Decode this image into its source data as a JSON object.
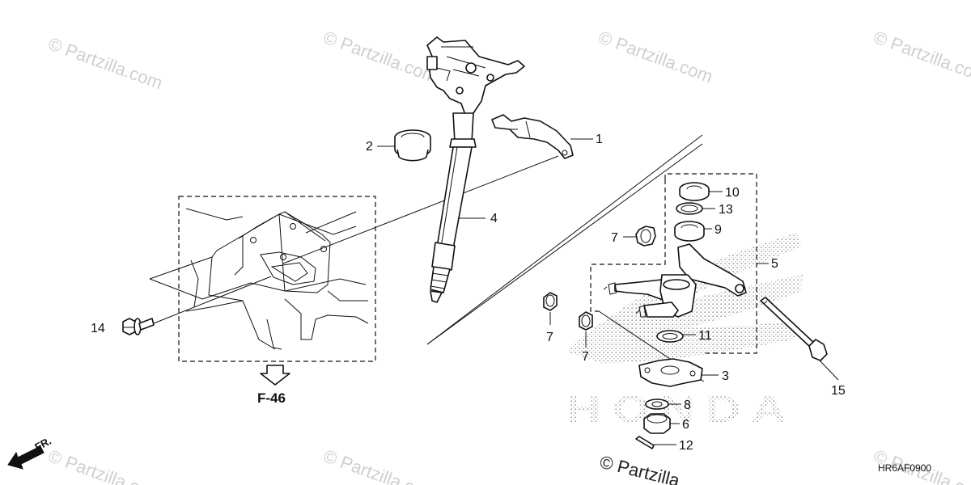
{
  "diagram": {
    "callouts": {
      "c1": "1",
      "c2": "2",
      "c3": "3",
      "c4": "4",
      "c5": "5",
      "c6": "6",
      "c7a": "7",
      "c7b": "7",
      "c7c": "7",
      "c8": "8",
      "c9": "9",
      "c10": "10",
      "c11": "11",
      "c12": "12",
      "c13": "13",
      "c14": "14",
      "c15": "15"
    },
    "reference": "F-46",
    "front_label": "FR.",
    "diagram_code": "HR6AF0900",
    "watermark": "© Partzilla.com",
    "brand_mark": "© Partzilla",
    "background_logo": "HONDA",
    "colors": {
      "ink": "#111111",
      "watermark": "#cfcfcf",
      "stipple": "#9a9a9a"
    },
    "icons": [
      "front-arrow-icon",
      "reference-arrow-icon"
    ]
  }
}
